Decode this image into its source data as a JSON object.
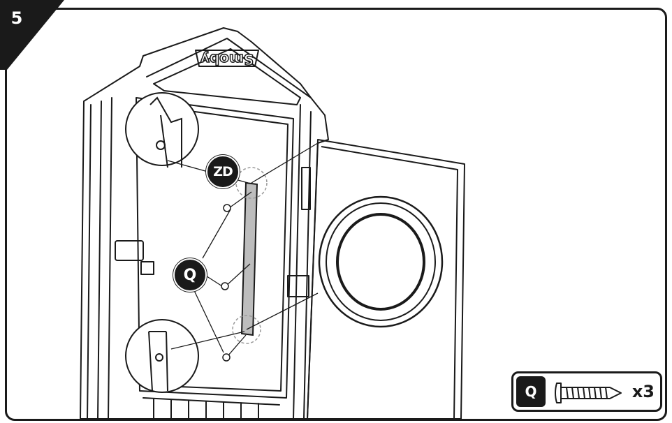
{
  "step": {
    "number": "5"
  },
  "brand": {
    "logo_text": "Smoby"
  },
  "callouts": {
    "zd_label": "ZD",
    "q_label": "Q"
  },
  "parts": {
    "q_letter": "Q",
    "q_quantity": "x3"
  },
  "colors": {
    "ink": "#1a1a1a",
    "part_fill": "#bdbdbd",
    "background": "#ffffff"
  },
  "icons": [
    "screw-icon",
    "zoom-detail-circle",
    "step-number-tab"
  ]
}
